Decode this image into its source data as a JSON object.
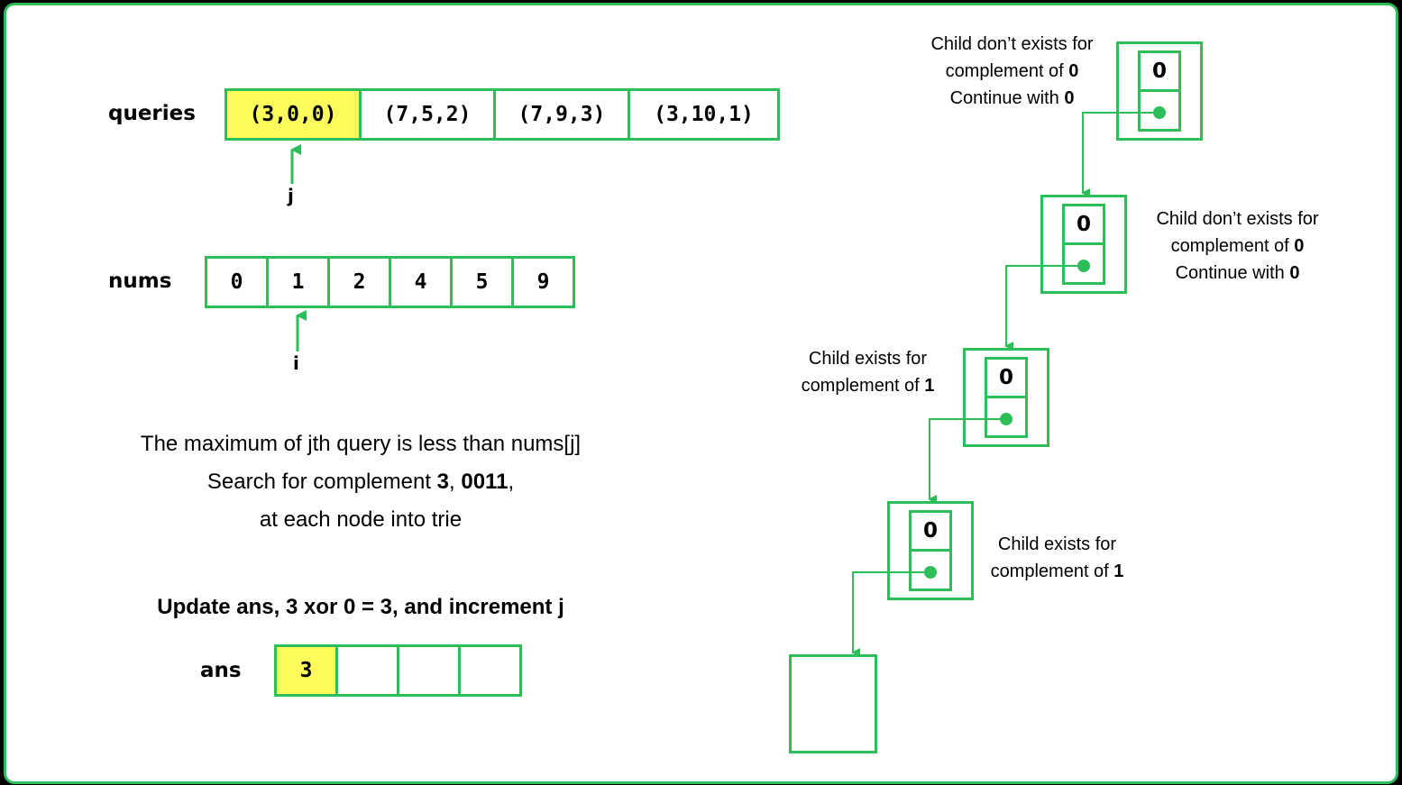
{
  "queries": {
    "label": "queries",
    "cells": [
      "(3,0,0)",
      "(7,5,2)",
      "(7,9,3)",
      "(3,10,1)"
    ],
    "highlight_index": 0,
    "pointer": "j"
  },
  "nums": {
    "label": "nums",
    "cells": [
      "0",
      "1",
      "2",
      "4",
      "5",
      "9"
    ],
    "pointer": "i"
  },
  "explanation": {
    "line1": "The maximum of  jth query is less than nums[j]",
    "line2_prefix": "Search for complement ",
    "line2_b1": "3",
    "line2_sep": ", ",
    "line2_b2": "0011",
    "line2_suffix": ",",
    "line3": "at each node into trie"
  },
  "update_text": "Update ans, 3 xor 0 = 3, and increment j",
  "ans": {
    "label": "ans",
    "cells": [
      "3",
      "",
      "",
      ""
    ],
    "highlight_index": 0
  },
  "trie": {
    "nodes": [
      {
        "value": "0",
        "note_lines": [
          {
            "text": "Child don’t exists for"
          },
          {
            "text": "complement of ",
            "bold": "0"
          },
          {
            "text": "Continue with ",
            "bold": "0"
          }
        ]
      },
      {
        "value": "0",
        "note_lines": [
          {
            "text": "Child don’t exists for"
          },
          {
            "text": "complement of ",
            "bold": "0"
          },
          {
            "text": "Continue with ",
            "bold": "0"
          }
        ]
      },
      {
        "value": "0",
        "note_lines": [
          {
            "text": "Child exists for"
          },
          {
            "text": "complement of ",
            "bold": "1"
          }
        ]
      },
      {
        "value": "0",
        "note_lines": [
          {
            "text": "Child exists for"
          },
          {
            "text": "complement of ",
            "bold": "1"
          }
        ]
      }
    ]
  },
  "colors": {
    "accent": "#2dbe5a",
    "highlight": "#fbfc5c",
    "background": "#000000"
  }
}
